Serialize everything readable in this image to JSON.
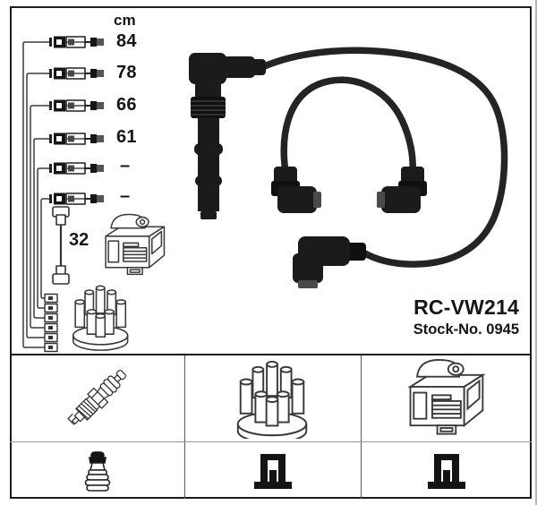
{
  "product": {
    "code": "RC-VW214",
    "stock_no": "Stock-No. 0945"
  },
  "length_table": {
    "unit": "cm",
    "values": [
      "84",
      "78",
      "66",
      "61",
      "–",
      "–"
    ],
    "coil_wire": "32"
  },
  "legend": {
    "row1": [
      "spark-plug-icon",
      "distributor-cap-icon",
      "ignition-coil-icon"
    ],
    "row2": [
      "terminal-nut-icon",
      "block-terminal-icon",
      "block-terminal-icon"
    ]
  },
  "colors": {
    "ink": "#1a1a1a",
    "line_art": "#3a3a3a",
    "photo_black": "#1b1b1b",
    "grid_line": "#9a9a9a",
    "background": "#ffffff"
  }
}
